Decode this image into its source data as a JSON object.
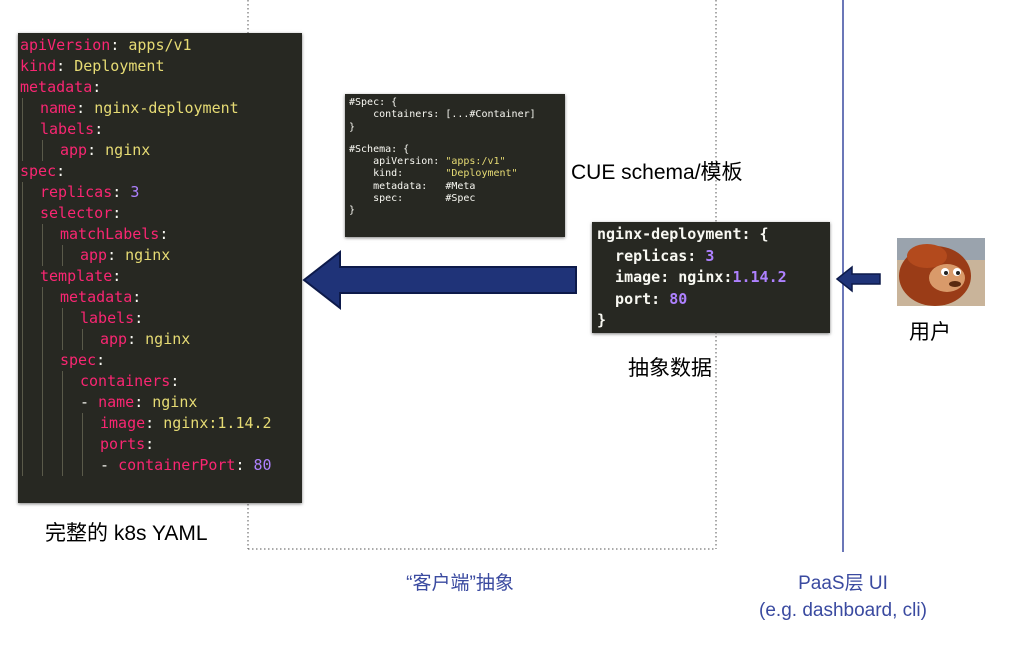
{
  "yaml_block": {
    "lines": [
      {
        "indent": 0,
        "parts": [
          [
            "k",
            "apiVersion"
          ],
          [
            "p",
            ": "
          ],
          [
            "s",
            "apps/v1"
          ]
        ]
      },
      {
        "indent": 0,
        "parts": [
          [
            "k",
            "kind"
          ],
          [
            "p",
            ": "
          ],
          [
            "s",
            "Deployment"
          ]
        ]
      },
      {
        "indent": 0,
        "parts": [
          [
            "k",
            "metadata"
          ],
          [
            "p",
            ":"
          ]
        ]
      },
      {
        "indent": 1,
        "parts": [
          [
            "k",
            "name"
          ],
          [
            "p",
            ": "
          ],
          [
            "s",
            "nginx-deployment"
          ]
        ]
      },
      {
        "indent": 1,
        "parts": [
          [
            "k",
            "labels"
          ],
          [
            "p",
            ":"
          ]
        ]
      },
      {
        "indent": 2,
        "parts": [
          [
            "k",
            "app"
          ],
          [
            "p",
            ": "
          ],
          [
            "s",
            "nginx"
          ]
        ]
      },
      {
        "indent": 0,
        "parts": [
          [
            "k",
            "spec"
          ],
          [
            "p",
            ":"
          ]
        ]
      },
      {
        "indent": 1,
        "parts": [
          [
            "k",
            "replicas"
          ],
          [
            "p",
            ": "
          ],
          [
            "n",
            "3"
          ]
        ]
      },
      {
        "indent": 1,
        "parts": [
          [
            "k",
            "selector"
          ],
          [
            "p",
            ":"
          ]
        ]
      },
      {
        "indent": 2,
        "parts": [
          [
            "k",
            "matchLabels"
          ],
          [
            "p",
            ":"
          ]
        ]
      },
      {
        "indent": 3,
        "parts": [
          [
            "k",
            "app"
          ],
          [
            "p",
            ": "
          ],
          [
            "s",
            "nginx"
          ]
        ]
      },
      {
        "indent": 1,
        "parts": [
          [
            "k",
            "template"
          ],
          [
            "p",
            ":"
          ]
        ]
      },
      {
        "indent": 2,
        "parts": [
          [
            "k",
            "metadata"
          ],
          [
            "p",
            ":"
          ]
        ]
      },
      {
        "indent": 3,
        "parts": [
          [
            "k",
            "labels"
          ],
          [
            "p",
            ":"
          ]
        ]
      },
      {
        "indent": 4,
        "parts": [
          [
            "k",
            "app"
          ],
          [
            "p",
            ": "
          ],
          [
            "s",
            "nginx"
          ]
        ]
      },
      {
        "indent": 2,
        "parts": [
          [
            "k",
            "spec"
          ],
          [
            "p",
            ":"
          ]
        ]
      },
      {
        "indent": 3,
        "parts": [
          [
            "k",
            "containers"
          ],
          [
            "p",
            ":"
          ]
        ]
      },
      {
        "indent": 3,
        "parts": [
          [
            "p",
            "- "
          ],
          [
            "k",
            "name"
          ],
          [
            "p",
            ": "
          ],
          [
            "s",
            "nginx"
          ]
        ]
      },
      {
        "indent": 4,
        "parts": [
          [
            "k",
            "image"
          ],
          [
            "p",
            ": "
          ],
          [
            "s",
            "nginx:1.14.2"
          ]
        ]
      },
      {
        "indent": 4,
        "parts": [
          [
            "k",
            "ports"
          ],
          [
            "p",
            ":"
          ]
        ]
      },
      {
        "indent": 4,
        "parts": [
          [
            "p",
            "- "
          ],
          [
            "k",
            "containerPort"
          ],
          [
            "p",
            ": "
          ],
          [
            "n",
            "80"
          ]
        ]
      }
    ],
    "caption": "完整的 k8s YAML"
  },
  "cue_block": {
    "lines": [
      [
        [
          "p",
          "#Spec: {"
        ]
      ],
      [
        [
          "p",
          "    containers: [...#Container]"
        ]
      ],
      [
        [
          "p",
          "}"
        ]
      ],
      [
        [
          "p",
          ""
        ]
      ],
      [
        [
          "p",
          "#Schema: {"
        ]
      ],
      [
        [
          "p",
          "    apiVersion: "
        ],
        [
          "s",
          "\"apps:/v1\""
        ]
      ],
      [
        [
          "p",
          "    kind:       "
        ],
        [
          "s",
          "\"Deployment\""
        ]
      ],
      [
        [
          "p",
          "    metadata:   #Meta"
        ]
      ],
      [
        [
          "p",
          "    spec:       #Spec"
        ]
      ],
      [
        [
          "p",
          "}"
        ]
      ]
    ],
    "caption": "CUE schema/模板"
  },
  "abstract_block": {
    "lines": [
      [
        [
          "p",
          "nginx-deployment: {"
        ]
      ],
      [
        [
          "p",
          "  replicas: "
        ],
        [
          "n",
          "3"
        ]
      ],
      [
        [
          "p",
          "  image: nginx:"
        ],
        [
          "n",
          "1.14.2"
        ]
      ],
      [
        [
          "p",
          "  port: "
        ],
        [
          "n",
          "80"
        ]
      ],
      [
        [
          "p",
          "}"
        ]
      ]
    ],
    "caption": "抽象数据"
  },
  "user": {
    "label": "用户",
    "avatar_icon": "monkey-puppet-icon"
  },
  "client_abstraction": {
    "label": "“客户端”抽象"
  },
  "paas_ui": {
    "line1": "PaaS层 UI",
    "line2": "(e.g. dashboard, cli)"
  },
  "colors": {
    "arrow_fill": "#1f3378",
    "arrow_stroke": "#0d1a4a",
    "paas_line": "#3a4aa0",
    "label_blue": "#3a4aa0"
  }
}
